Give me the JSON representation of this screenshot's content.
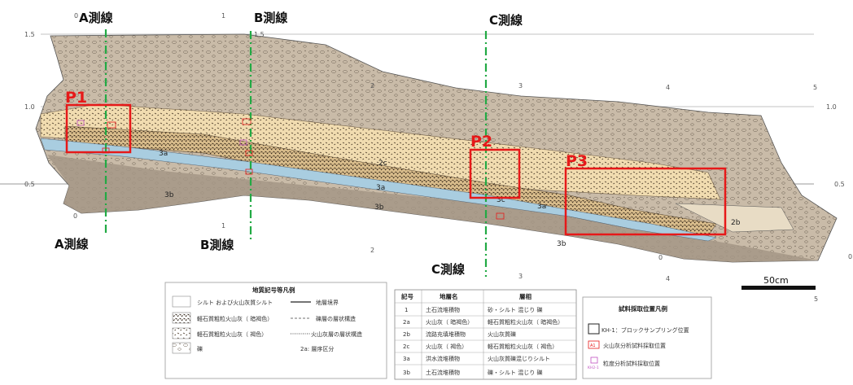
{
  "survey_lines": {
    "a_top": "A測線",
    "a_bottom": "A測線",
    "b_top": "B測線",
    "b_bottom": "B測線",
    "c_top": "C測線",
    "c_bottom": "C測線"
  },
  "panels": [
    "P1",
    "P2",
    "P3"
  ],
  "axis": {
    "left_ticks": [
      "1.5",
      "1.0",
      "0.5"
    ],
    "right_ticks": [
      "1.0",
      "0.5"
    ],
    "top_numbers": [
      "0",
      "1",
      "2",
      "3",
      "4",
      "5"
    ],
    "bottom_numbers": [
      "0",
      "1",
      "2",
      "3",
      "4",
      "5"
    ],
    "b_line_tick": "1.5",
    "bottom_left_zero": "0",
    "right_zero": "0"
  },
  "layer_labels": [
    "3a",
    "3a",
    "3b",
    "3b",
    "3b",
    "2c",
    "2b",
    "3c",
    "3a"
  ],
  "scale_bar": "50cm",
  "legend_geology": {
    "title": "地質記号等凡例",
    "items": [
      {
        "symbol": "シルト および火山灰質シルト",
        "line": "地層境界"
      },
      {
        "symbol": "軽石質粗粒火山灰（ 暗褐色）",
        "line": "礫層の層状構造"
      },
      {
        "symbol": "軽石質粗粒火山灰（ 褐色）",
        "line": "火山灰層の層状構造"
      },
      {
        "symbol": "礫",
        "line": "2a: 層序区分"
      }
    ]
  },
  "strata_table": {
    "headers": [
      "記号",
      "地層名",
      "層相"
    ],
    "rows": [
      [
        "1",
        "土石流堆積物",
        "砂・シルト 混じり 礫"
      ],
      [
        "2a",
        "火山灰（ 暗褐色）",
        "軽石質粗粒火山灰（ 暗褐色）"
      ],
      [
        "2b",
        "流路充填堆積物",
        "火山灰質礫"
      ],
      [
        "2c",
        "火山灰（ 褐色）",
        "軽石質粗粒火山灰（ 褐色）"
      ],
      [
        "3a",
        "洪水流堆積物",
        "火山灰質礫混じりシルト"
      ],
      [
        "3b",
        "土石流堆積物",
        "礫・シルト 混じり 礫"
      ]
    ]
  },
  "legend_sampling": {
    "title": "試料採取位置凡例",
    "items": [
      "KH-1：ブロックサンプリング位置",
      "火山灰分析試料採取位置",
      "粒度分析試料採取位置"
    ],
    "tags": [
      "A1",
      "KH2-1"
    ]
  },
  "colors": {
    "matrix": "#c9bba8",
    "lower": "#a49686",
    "ash_light": "#f1dcb0",
    "ash_dark": "#d9bd8c",
    "blue_band": "#a9cde0",
    "frame": "#e61919",
    "survey_line": "#22aa44"
  }
}
